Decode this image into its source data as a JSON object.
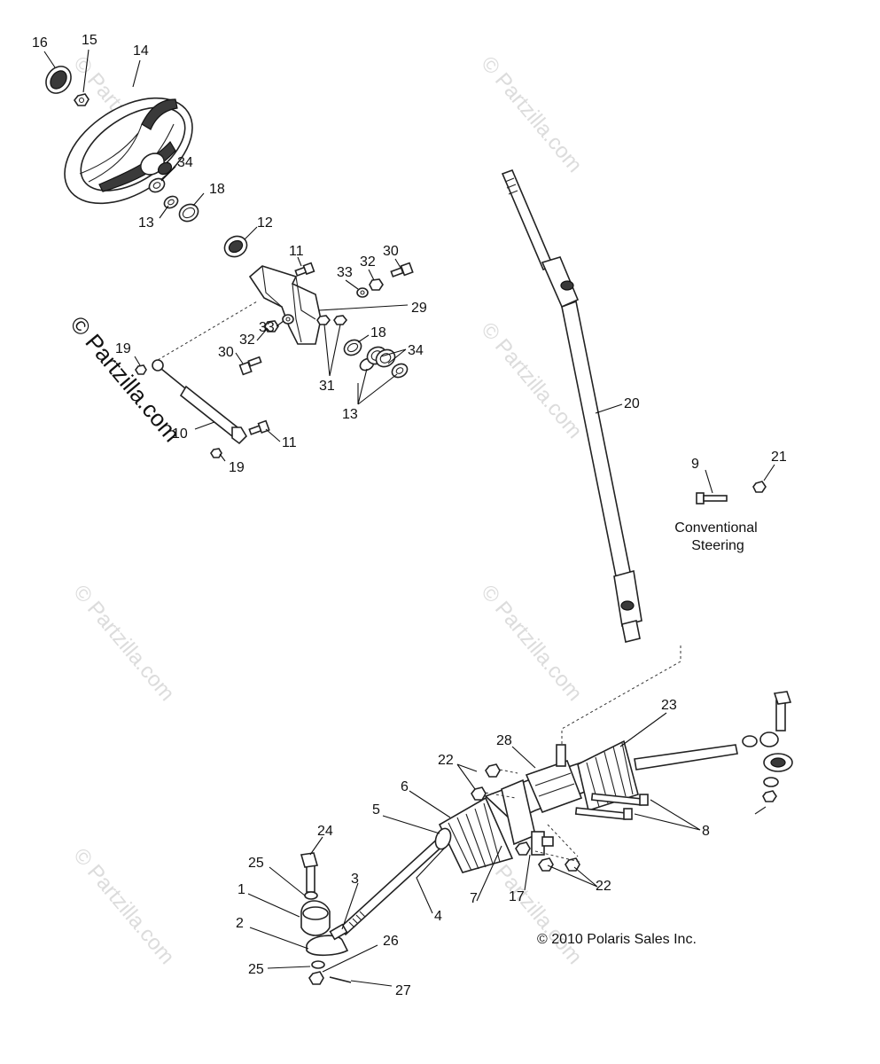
{
  "callouts": [
    {
      "text": "16"
    },
    {
      "text": "15"
    },
    {
      "text": "14"
    },
    {
      "text": "34"
    },
    {
      "text": "18"
    },
    {
      "text": "13"
    },
    {
      "text": "12"
    },
    {
      "text": "11"
    },
    {
      "text": "33"
    },
    {
      "text": "32"
    },
    {
      "text": "30"
    },
    {
      "text": "29"
    },
    {
      "text": "19"
    },
    {
      "text": "33"
    },
    {
      "text": "32"
    },
    {
      "text": "30"
    },
    {
      "text": "18"
    },
    {
      "text": "34"
    },
    {
      "text": "31"
    },
    {
      "text": "13"
    },
    {
      "text": "10"
    },
    {
      "text": "11"
    },
    {
      "text": "19"
    },
    {
      "text": "20"
    },
    {
      "text": "9"
    },
    {
      "text": "21"
    },
    {
      "text": "23"
    },
    {
      "text": "28"
    },
    {
      "text": "22"
    },
    {
      "text": "6"
    },
    {
      "text": "5"
    },
    {
      "text": "8"
    },
    {
      "text": "24"
    },
    {
      "text": "25"
    },
    {
      "text": "1"
    },
    {
      "text": "3"
    },
    {
      "text": "2"
    },
    {
      "text": "4"
    },
    {
      "text": "7"
    },
    {
      "text": "17"
    },
    {
      "text": "22"
    },
    {
      "text": "26"
    },
    {
      "text": "25"
    },
    {
      "text": "27"
    }
  ],
  "notes": {
    "conventional_line1": "Conventional",
    "conventional_line2": "Steering",
    "copyright": "© 2010 Polaris Sales Inc."
  },
  "watermark": {
    "text": "© Partzilla.com"
  }
}
